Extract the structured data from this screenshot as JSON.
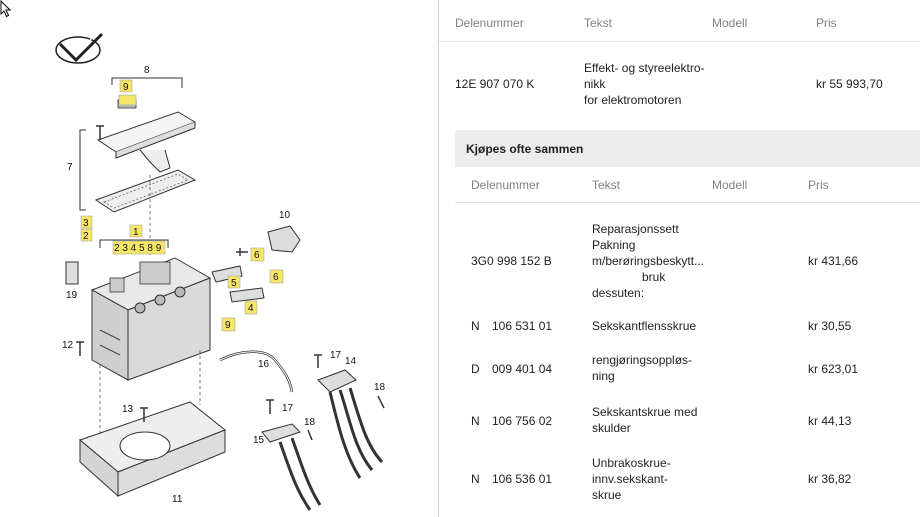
{
  "header": {
    "col_partnumber": "Delenummer",
    "col_text": "Tekst",
    "col_model": "Modell",
    "col_price": "Pris"
  },
  "main_part": {
    "partnumber": "12E 907 070 K",
    "text_lines": [
      "Effekt- og styreelektro-",
      "nikk",
      "for elektromotoren"
    ],
    "model": "",
    "price": "kr 55 993,70"
  },
  "often_bought": {
    "title": "Kjøpes ofte sammen",
    "columns": {
      "partnumber": "Delenummer",
      "text": "Tekst",
      "model": "Modell",
      "price": "Pris"
    },
    "rows": [
      {
        "prefix": "",
        "partnumber": "3G0 998 152 B",
        "text_lines": [
          "Reparasjonssett",
          "Pakning",
          "m/berøringsbeskytt...",
          "bruk",
          "dessuten:"
        ],
        "price": "kr 431,66"
      },
      {
        "prefix": "N",
        "partnumber": "106 531 01",
        "text_lines": [
          "Sekskantflensskrue"
        ],
        "price": "kr 30,55"
      },
      {
        "prefix": "D",
        "partnumber": "009 401 04",
        "text_lines": [
          "rengjøringsoppløs-",
          "ning"
        ],
        "price": "kr 623,01"
      },
      {
        "prefix": "N",
        "partnumber": "106 756 02",
        "text_lines": [
          "Sekskantskrue med",
          "skulder"
        ],
        "price": "kr 44,13"
      },
      {
        "prefix": "N",
        "partnumber": "106 536 01",
        "text_lines": [
          "Unbrakoskrue-",
          "innv.sekskant-",
          "skrue"
        ],
        "price": "kr 36,82"
      }
    ]
  },
  "diagram": {
    "callouts": {
      "c8": "8",
      "c9a": "9",
      "c7": "7",
      "c3": "3",
      "c2": "2",
      "c1": "1",
      "c_group": "2 3 4 5 8 9",
      "c10": "10",
      "c6a": "6",
      "c5": "5",
      "c6b": "6",
      "c4": "4",
      "c9b": "9",
      "c19": "19",
      "c12": "12",
      "c16": "16",
      "c17a": "17",
      "c14": "14",
      "c18a": "18",
      "c13": "13",
      "c17b": "17",
      "c18b": "18",
      "c15": "15",
      "c11": "11"
    },
    "highlight_color": "#f5e66a"
  }
}
